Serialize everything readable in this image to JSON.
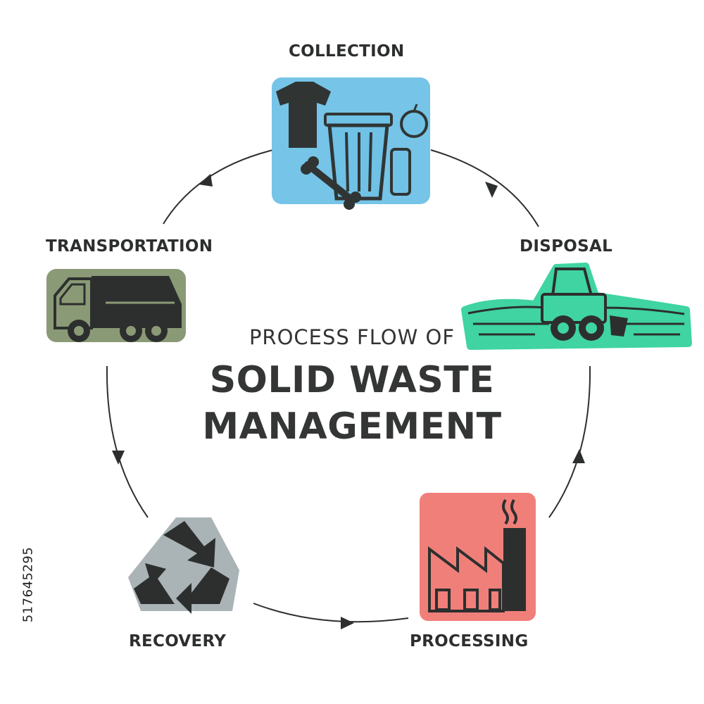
{
  "diagram": {
    "subtitle": "PROCESS FLOW OF",
    "title_line1": "SOLID WASTE",
    "title_line2": "MANAGEMENT",
    "stages": [
      {
        "label": "COLLECTION",
        "icon": "trash-can-icon",
        "color": "#6fc1e6"
      },
      {
        "label": "DISPOSAL",
        "icon": "bulldozer-landfill-icon",
        "color": "#3fd4a1"
      },
      {
        "label": "PROCESSING",
        "icon": "factory-icon",
        "color": "#f07f7a"
      },
      {
        "label": "RECOVERY",
        "icon": "recycle-icon",
        "color": "#aab3b5"
      },
      {
        "label": "TRANSPORTATION",
        "icon": "garbage-truck-icon",
        "color": "#8a9a76"
      }
    ],
    "stock_id": "517645295"
  }
}
